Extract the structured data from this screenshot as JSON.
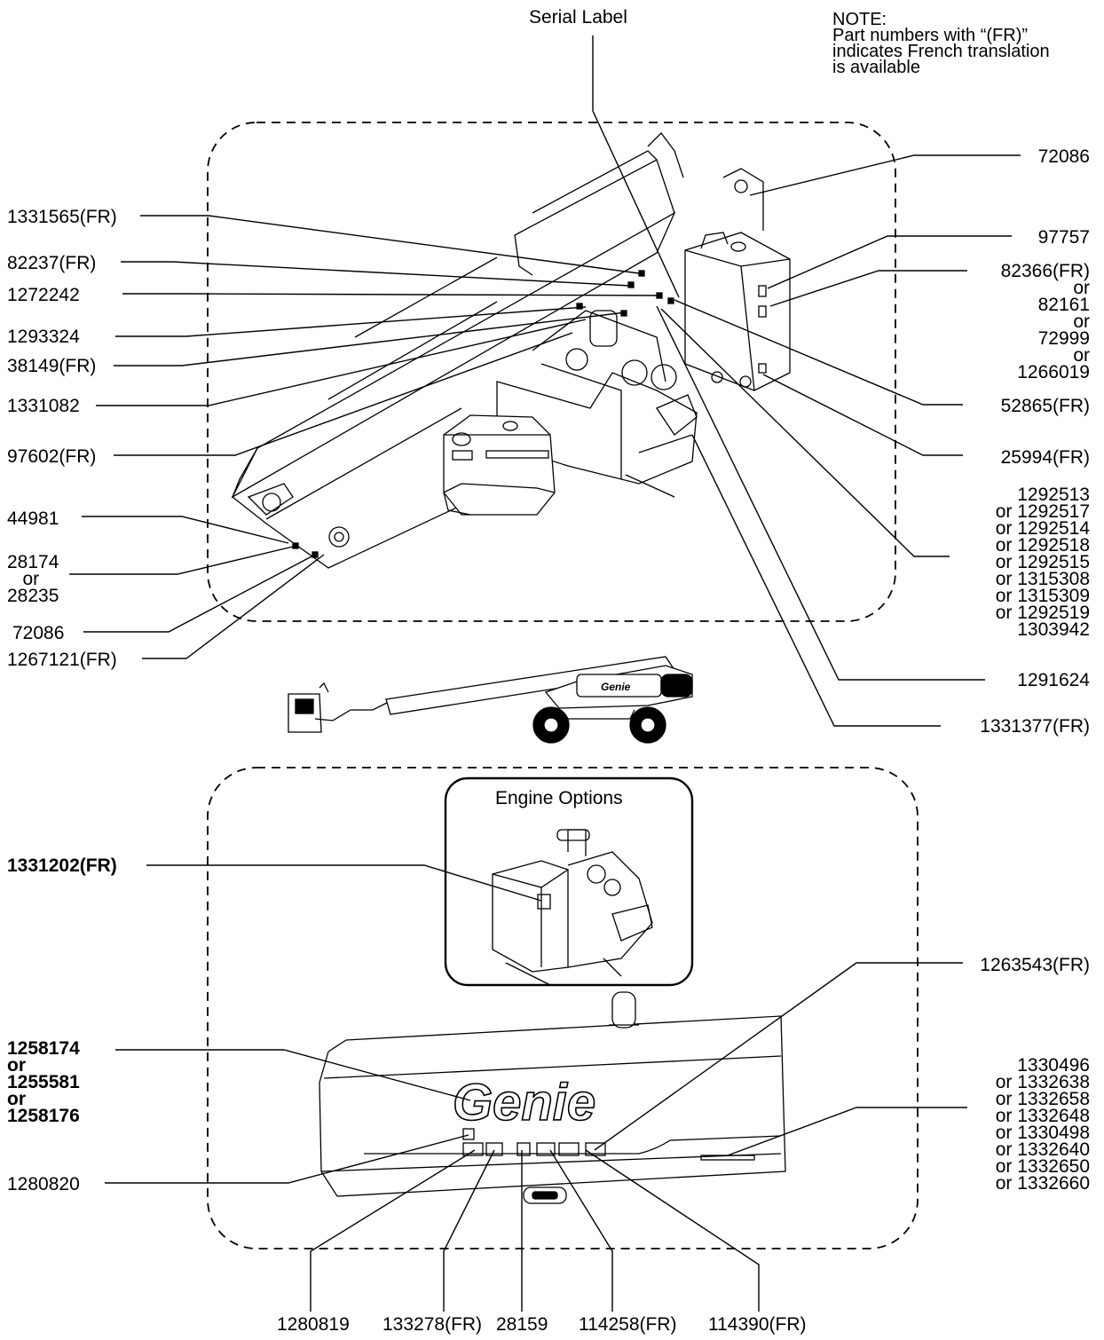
{
  "note": "NOTE:\nPart numbers with “(FR)”\nindicates French translation\nis available",
  "serial_label": "Serial Label",
  "engine_options": "Engine Options",
  "logo_text": "Genie",
  "top_left_labels": {
    "l1331565": "1331565(FR)",
    "l82237": "82237(FR)",
    "l1272242": "1272242",
    "l1293324": "1293324",
    "l38149": "38149(FR)",
    "l1331082": "1331082",
    "l97602": "97602(FR)",
    "l44981": "44981",
    "l28174": "28174\n   or\n28235",
    "l72086b": "72086",
    "l1267121": "1267121(FR)"
  },
  "top_right_labels": {
    "l72086": "72086",
    "l97757": "97757",
    "l82366": "82366(FR)\nor\n82161\nor\n72999\nor\n1266019",
    "l52865": "52865(FR)",
    "l25994": "25994(FR)",
    "l1292513": "1292513\nor 1292517\nor 1292514\nor 1292518\nor 1292515\nor 1315308\nor 1315309\nor 1292519\n1303942",
    "l1291624": "1291624",
    "l1331377": "1331377(FR)"
  },
  "bottom_left_labels": {
    "l1331202": "1331202(FR)",
    "l1258174": "1258174\nor\n1255581\nor\n1258176",
    "l1280820": "1280820"
  },
  "bottom_right_labels": {
    "l1263543": "1263543(FR)",
    "l1330496": "1330496\nor 1332638\nor 1332658\nor 1332648\nor 1330498\nor 1332640\nor 1332650\nor 1332660"
  },
  "bottom_labels": {
    "l1280819": "1280819",
    "l133278": "133278(FR)",
    "l28159": "28159",
    "l114258": "114258(FR)",
    "l114390": "114390(FR)"
  }
}
